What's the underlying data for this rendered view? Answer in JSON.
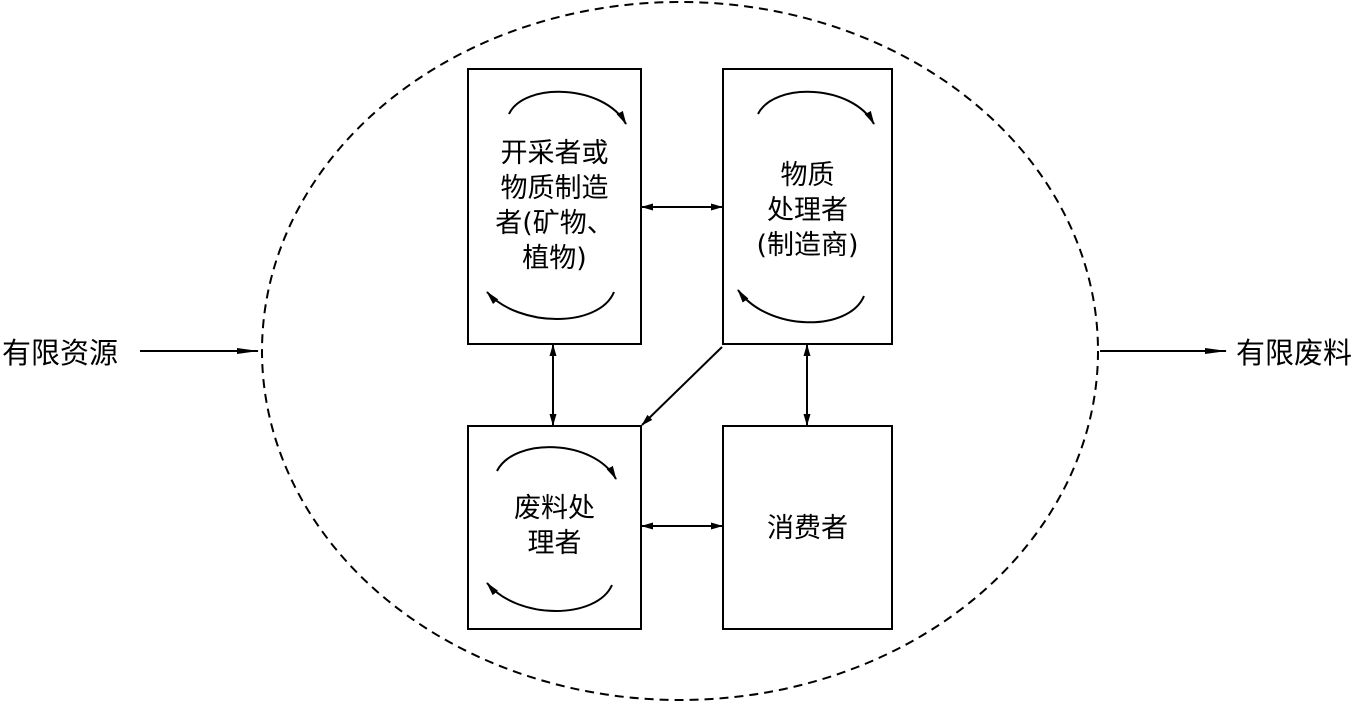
{
  "resource_label": "有限资源",
  "waste_label": "有限废料",
  "nodes": {
    "miner": {
      "lines": [
        "开采者或",
        "物质制造",
        "者(矿物、",
        "植物)"
      ]
    },
    "processor": {
      "lines": [
        "物质",
        "处理者",
        "(制造商)"
      ]
    },
    "waste_processor": {
      "lines": [
        "废料处",
        "理者"
      ]
    },
    "consumer": {
      "lines": [
        "消费者"
      ]
    }
  }
}
